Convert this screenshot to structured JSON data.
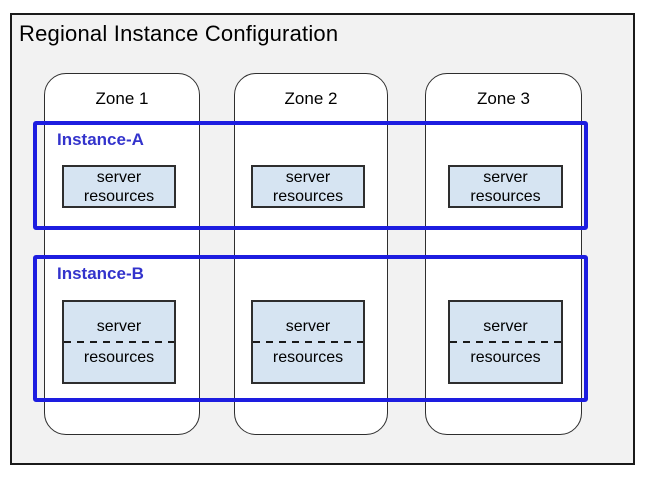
{
  "title": "Regional Instance Configuration",
  "zones": [
    {
      "label": "Zone 1"
    },
    {
      "label": "Zone 2"
    },
    {
      "label": "Zone 3"
    }
  ],
  "instances": [
    {
      "label": "Instance-A",
      "dashed_divider": false,
      "server_box": {
        "line1": "server",
        "line2": "resources"
      }
    },
    {
      "label": "Instance-B",
      "dashed_divider": true,
      "server_box": {
        "line1": "server",
        "line2": "resources"
      }
    }
  ],
  "colors": {
    "region_background": "#f2f2f2",
    "region_border": "#1a1a1a",
    "zone_fill": "#ffffff",
    "zone_border": "#2e2e2e",
    "instance_border": "#1d1de0",
    "instance_label": "#3333cc",
    "server_box_fill": "#d6e4f2",
    "server_box_border": "#2e2e2e"
  }
}
